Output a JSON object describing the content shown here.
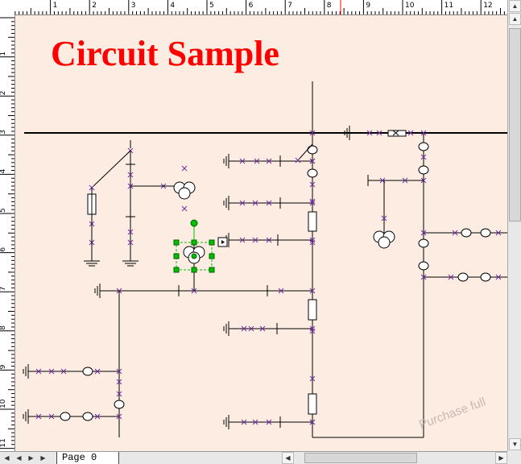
{
  "title": "Circuit Sample",
  "watermark": "Purchase full",
  "page_tab": "Page  0",
  "ruler_top": [
    "1",
    "2",
    "3",
    "4",
    "5",
    "6",
    "7",
    "8",
    "9",
    "10",
    "11",
    "12"
  ],
  "ruler_left": [
    "1",
    "2",
    "3",
    "4",
    "5",
    "6",
    "7",
    "8",
    "9",
    "10",
    "11"
  ],
  "colors": {
    "canvas": "#fdece2",
    "title": "#ff0000",
    "line": "#000000",
    "marker": "#7030a0",
    "handle": "#00c000"
  },
  "icons": {
    "nav_first": "first-page-icon",
    "nav_prev": "prev-page-icon",
    "nav_next": "next-page-icon",
    "nav_last": "last-page-icon"
  }
}
